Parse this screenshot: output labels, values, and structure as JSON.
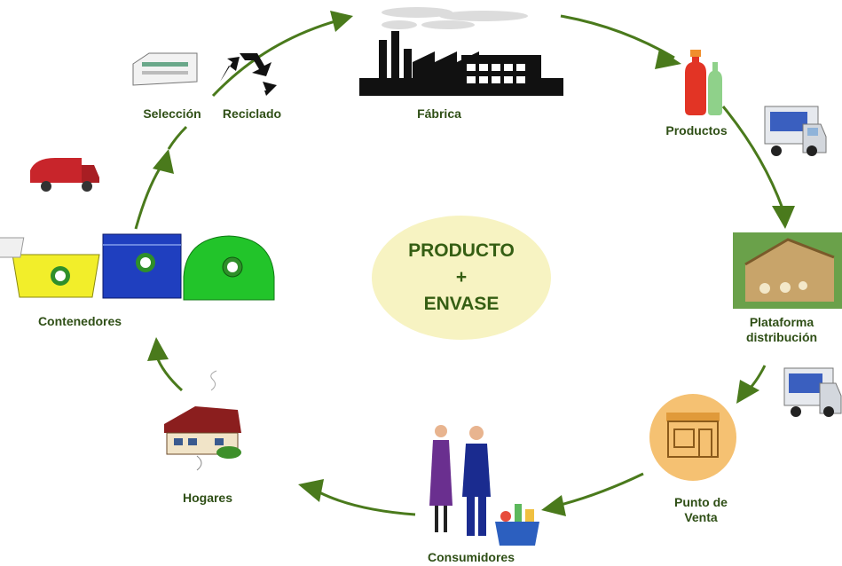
{
  "center": {
    "line1": "PRODUCTO",
    "line2": "+",
    "line3": "ENVASE"
  },
  "nodes": {
    "fabrica": "Fábrica",
    "productos": "Productos",
    "plataforma": "Plataforma distribución",
    "punto_venta": "Punto de Venta",
    "consumidores": "Consumidores",
    "hogares": "Hogares",
    "contenedores": "Contenedores",
    "seleccion": "Selección",
    "reciclado": "Reciclado"
  },
  "colors": {
    "cycle_arrow": "#4a7a1c",
    "label_text": "#2f4f16",
    "center_fill": "#f7f3c2",
    "center_text": "#355e13",
    "container_yellow": "#f2ee2a",
    "container_blue": "#1f3fbf",
    "container_green": "#22c42a",
    "truck_red": "#c8252b"
  },
  "icons": [
    "factory-icon",
    "bottles-icon",
    "delivery-truck-icon",
    "warehouse-icon",
    "shop-icon",
    "consumers-icon",
    "shopping-basket-icon",
    "house-icon",
    "yellow-container-icon",
    "blue-container-icon",
    "green-container-icon",
    "garbage-truck-icon",
    "sorting-machine-icon",
    "recycle-icon"
  ]
}
